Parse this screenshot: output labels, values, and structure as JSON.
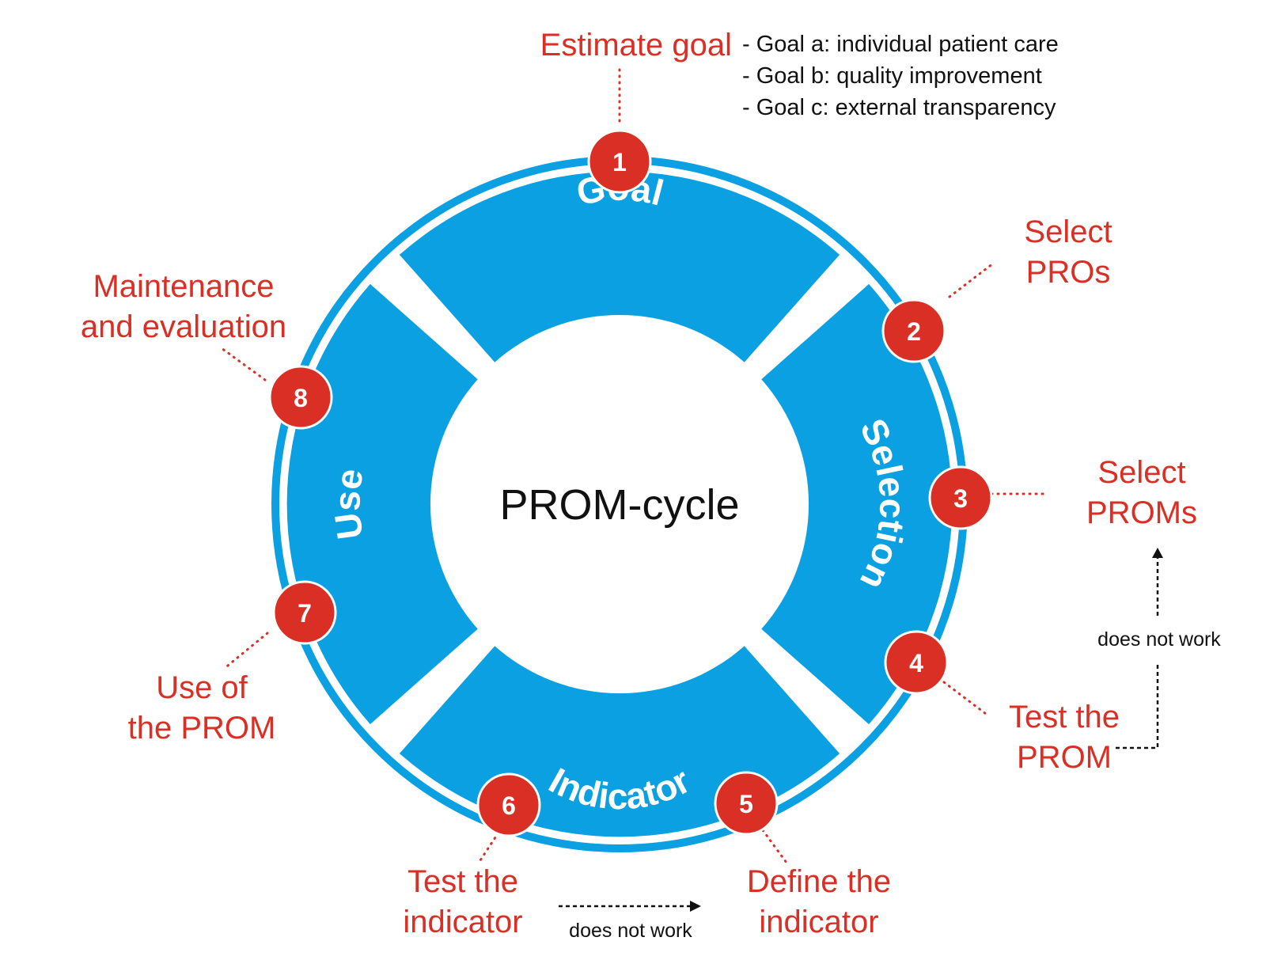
{
  "center": {
    "title": "PROM-cycle"
  },
  "sectors": [
    {
      "id": "goal",
      "label": "Goal"
    },
    {
      "id": "selection",
      "label": "Selection"
    },
    {
      "id": "indicator",
      "label": "Indicator"
    },
    {
      "id": "use",
      "label": "Use"
    }
  ],
  "steps": [
    {
      "number": "1",
      "label": [
        "Estimate goal"
      ]
    },
    {
      "number": "2",
      "label": [
        "Select",
        "PROs"
      ]
    },
    {
      "number": "3",
      "label": [
        "Select",
        "PROMs"
      ]
    },
    {
      "number": "4",
      "label": [
        "Test the",
        "PROM"
      ]
    },
    {
      "number": "5",
      "label": [
        "Define the",
        "indicator"
      ]
    },
    {
      "number": "6",
      "label": [
        "Test the",
        "indicator"
      ]
    },
    {
      "number": "7",
      "label": [
        "Use of",
        "the PROM"
      ]
    },
    {
      "number": "8",
      "label": [
        "Maintenance",
        "and evaluation"
      ]
    }
  ],
  "goal_list": [
    "- Goal a: individual patient care",
    "- Goal b: quality improvement",
    "- Goal c: external transparency"
  ],
  "feedback_notes": {
    "prom_test": "does not work",
    "indicator_test": "does not work"
  },
  "colors": {
    "ring_blue": "#0aa0e2",
    "badge_red": "#d92f24",
    "label_red": "#d92f24",
    "text_dark": "#111111",
    "white": "#ffffff"
  }
}
